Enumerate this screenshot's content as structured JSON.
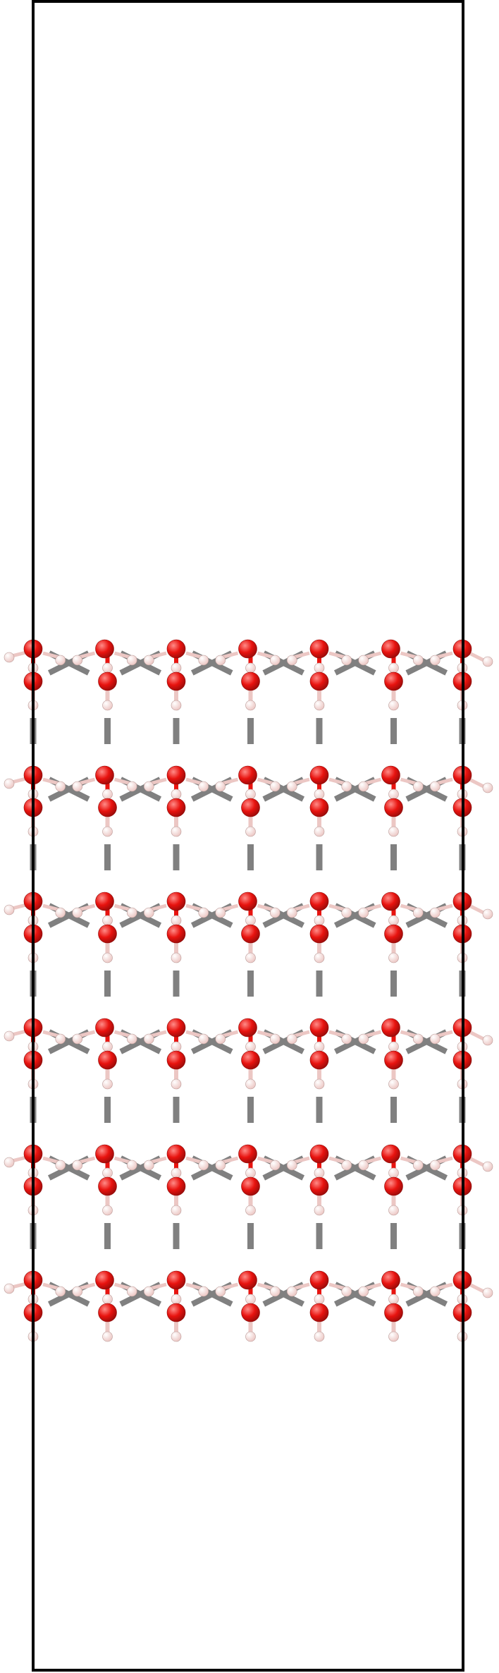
{
  "scene": {
    "type": "periodic-crystal-slab",
    "layers": 6,
    "sites_per_layer": 7,
    "colors": {
      "background": "#ffffff",
      "cell_border": "#000000",
      "oxygen": "#e8130f",
      "oxygen_highlight": "#ff8c88",
      "hydrogen": "#ecc7c4",
      "hydrogen_highlight": "#ffffff",
      "bond_gray": "#808080"
    }
  }
}
